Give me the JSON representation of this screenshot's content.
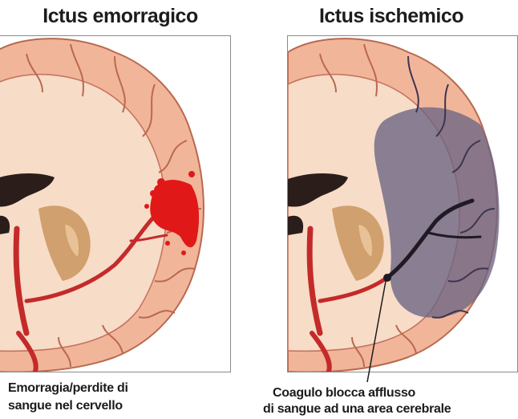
{
  "left": {
    "title": "Ictus emorragico",
    "caption_line1": "Emorragia/perdite di",
    "caption_line2": "sangue nel cervello"
  },
  "right": {
    "title": "Ictus ischemico",
    "caption_line1": "Coagulo blocca afflusso",
    "caption_line2": "di sangue ad una area cerebrale"
  },
  "colors": {
    "brain_skin": "#f1b59a",
    "white_matter": "#f7dcc8",
    "gray_matter_outline": "#c4705a",
    "ventricle": "#2a1d1a",
    "basal_ganglia": "#c9955e",
    "artery": "#c42a2a",
    "hemorrhage": "#e01818",
    "ischemic_area": "#6c6483"
  }
}
